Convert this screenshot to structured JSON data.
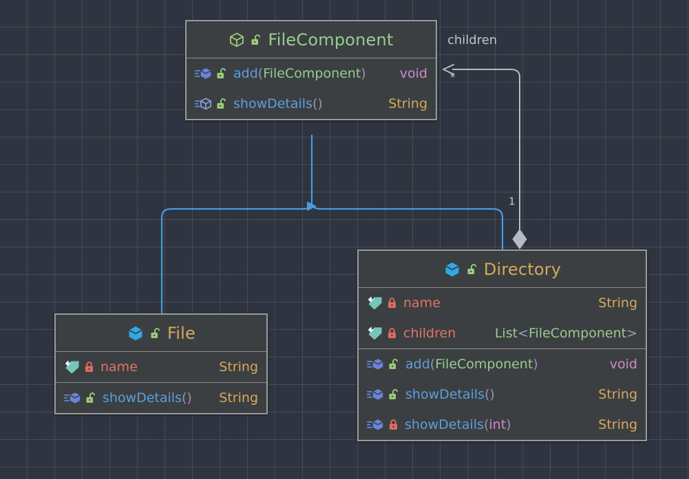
{
  "diagram": {
    "type": "uml-class-diagram",
    "background": "#2e3440",
    "grid_size": 40,
    "inheritance_color": "#4a9de0",
    "association_color": "#b8bcc2"
  },
  "classes": [
    {
      "id": "filecomponent",
      "name": "FileComponent",
      "stereotype": "abstract",
      "title_color": "#96cc92",
      "class_icon": "cube-outline-green-icon",
      "visibility_icon": "unlock-green-icon",
      "fields": [],
      "methods": [
        {
          "icon": "method-filled-icon",
          "visibility_icon": "unlock-green-icon",
          "name": "add",
          "open_paren": "(",
          "params": "FileComponent",
          "close_paren": ")",
          "return_type": "void",
          "return_kind": "void"
        },
        {
          "icon": "method-abstract-icon",
          "visibility_icon": "unlock-green-icon",
          "name": "showDetails",
          "open_paren": "(",
          "params": "",
          "close_paren": ")",
          "return_type": "String",
          "return_kind": "class"
        }
      ]
    },
    {
      "id": "file",
      "name": "File",
      "stereotype": "concrete",
      "title_color": "#d6a85e",
      "class_icon": "cube-filled-blue-icon",
      "visibility_icon": "unlock-green-icon",
      "fields": [
        {
          "icon": "field-final-tag-icon",
          "visibility_icon": "lock-red-icon",
          "name": "name",
          "type": "String",
          "type_kind": "class"
        }
      ],
      "methods": [
        {
          "icon": "method-filled-icon",
          "visibility_icon": "unlock-green-icon",
          "name": "showDetails",
          "open_paren": "(",
          "params": "",
          "close_paren": ")",
          "return_type": "String",
          "return_kind": "class"
        }
      ]
    },
    {
      "id": "directory",
      "name": "Directory",
      "stereotype": "concrete",
      "title_color": "#d6a85e",
      "class_icon": "cube-filled-blue-icon",
      "visibility_icon": "unlock-green-icon",
      "fields": [
        {
          "icon": "field-final-tag-icon",
          "visibility_icon": "lock-red-icon",
          "name": "name",
          "type": "String",
          "type_kind": "class"
        },
        {
          "icon": "field-final-tag-icon",
          "visibility_icon": "lock-red-icon",
          "name": "children",
          "type": "List<FileComponent >",
          "type_kind": "generic",
          "type_base": "List",
          "type_open": "<",
          "type_arg": "FileComponent",
          "type_close": ">"
        }
      ],
      "methods": [
        {
          "icon": "method-filled-icon",
          "visibility_icon": "unlock-green-icon",
          "name": "add",
          "open_paren": "(",
          "params": "FileComponent",
          "close_paren": ")",
          "return_type": "void",
          "return_kind": "void"
        },
        {
          "icon": "method-filled-icon",
          "visibility_icon": "unlock-green-icon",
          "name": "showDetails",
          "open_paren": "(",
          "params": "",
          "close_paren": ")",
          "return_type": "String",
          "return_kind": "class"
        },
        {
          "icon": "method-filled-icon",
          "visibility_icon": "lock-red-icon",
          "name": "showDetails",
          "open_paren": "(",
          "params": "int",
          "close_paren": ")",
          "return_type": "String",
          "return_kind": "class"
        }
      ]
    }
  ],
  "relations": [
    {
      "id": "aggregation",
      "kind": "aggregation",
      "from": "directory",
      "to": "filecomponent",
      "label": "children",
      "source_multiplicity": "1",
      "target_multiplicity": "*",
      "color": "#b8bcc2"
    },
    {
      "id": "file-extends",
      "kind": "generalization",
      "from": "file",
      "to": "filecomponent",
      "label": "",
      "color": "#4a9de0"
    },
    {
      "id": "directory-extends",
      "kind": "generalization",
      "from": "directory",
      "to": "filecomponent",
      "label": "",
      "color": "#4a9de0"
    }
  ]
}
